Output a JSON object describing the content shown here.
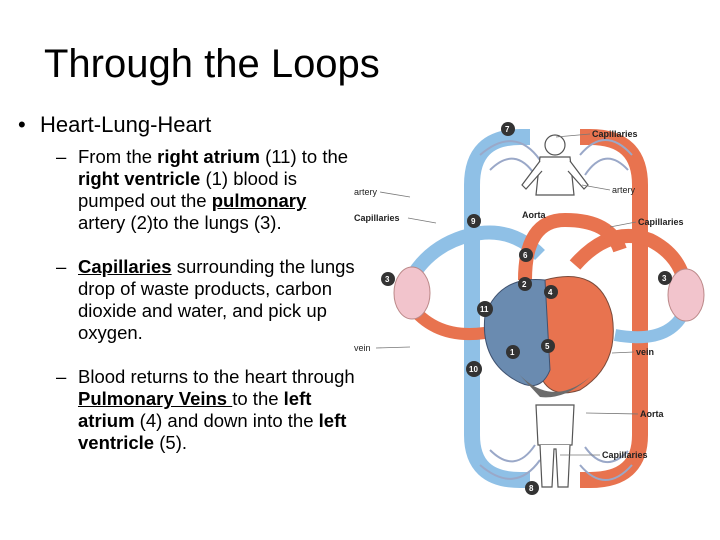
{
  "slide": {
    "title": "Through the Loops",
    "bullet": "Heart-Lung-Heart",
    "sub1": {
      "t1": "From the ",
      "b1": "right atrium",
      "t2": " (11) to the ",
      "b2": "right ventricle",
      "t3": " (1) blood is pumped out the ",
      "u1": "pulmonary",
      "t4": " artery (2)to the lungs (3)."
    },
    "sub2": {
      "u1": "Capillaries",
      "t1": " surrounding the lungs drop of waste products, carbon dioxide and water, and pick up oxygen."
    },
    "sub3": {
      "t1": "Blood returns to the heart through ",
      "u1": "Pulmonary Veins ",
      "t2": "to the ",
      "b1": "left atrium",
      "t3": " (4) and down into the ",
      "b2": "left ventricle",
      "t4": " (5)."
    }
  },
  "diagram": {
    "labels": {
      "capillaries_top": "Capillaries",
      "artery_left": "artery",
      "artery_right": "artery",
      "capillaries_left": "Capillaries",
      "capillaries_right": "Capillaries",
      "aorta_top": "Aorta",
      "vein_left": "vein",
      "vein_right": "vein",
      "aorta_bottom": "Aorta",
      "capillaries_bottom": "Capillaries"
    },
    "numbers": {
      "n7": "7",
      "n9": "9",
      "n6": "6",
      "n3l": "3",
      "n3r": "3",
      "n2": "2",
      "n4": "4",
      "n11": "11",
      "n5": "5",
      "n1": "1",
      "n10": "10",
      "n8": "8"
    },
    "colors": {
      "oxygenated": "#e8734f",
      "deoxygenated": "#8fc0e6",
      "heart_dark": "#5a6f8c",
      "lung": "#f2c4cc"
    }
  }
}
